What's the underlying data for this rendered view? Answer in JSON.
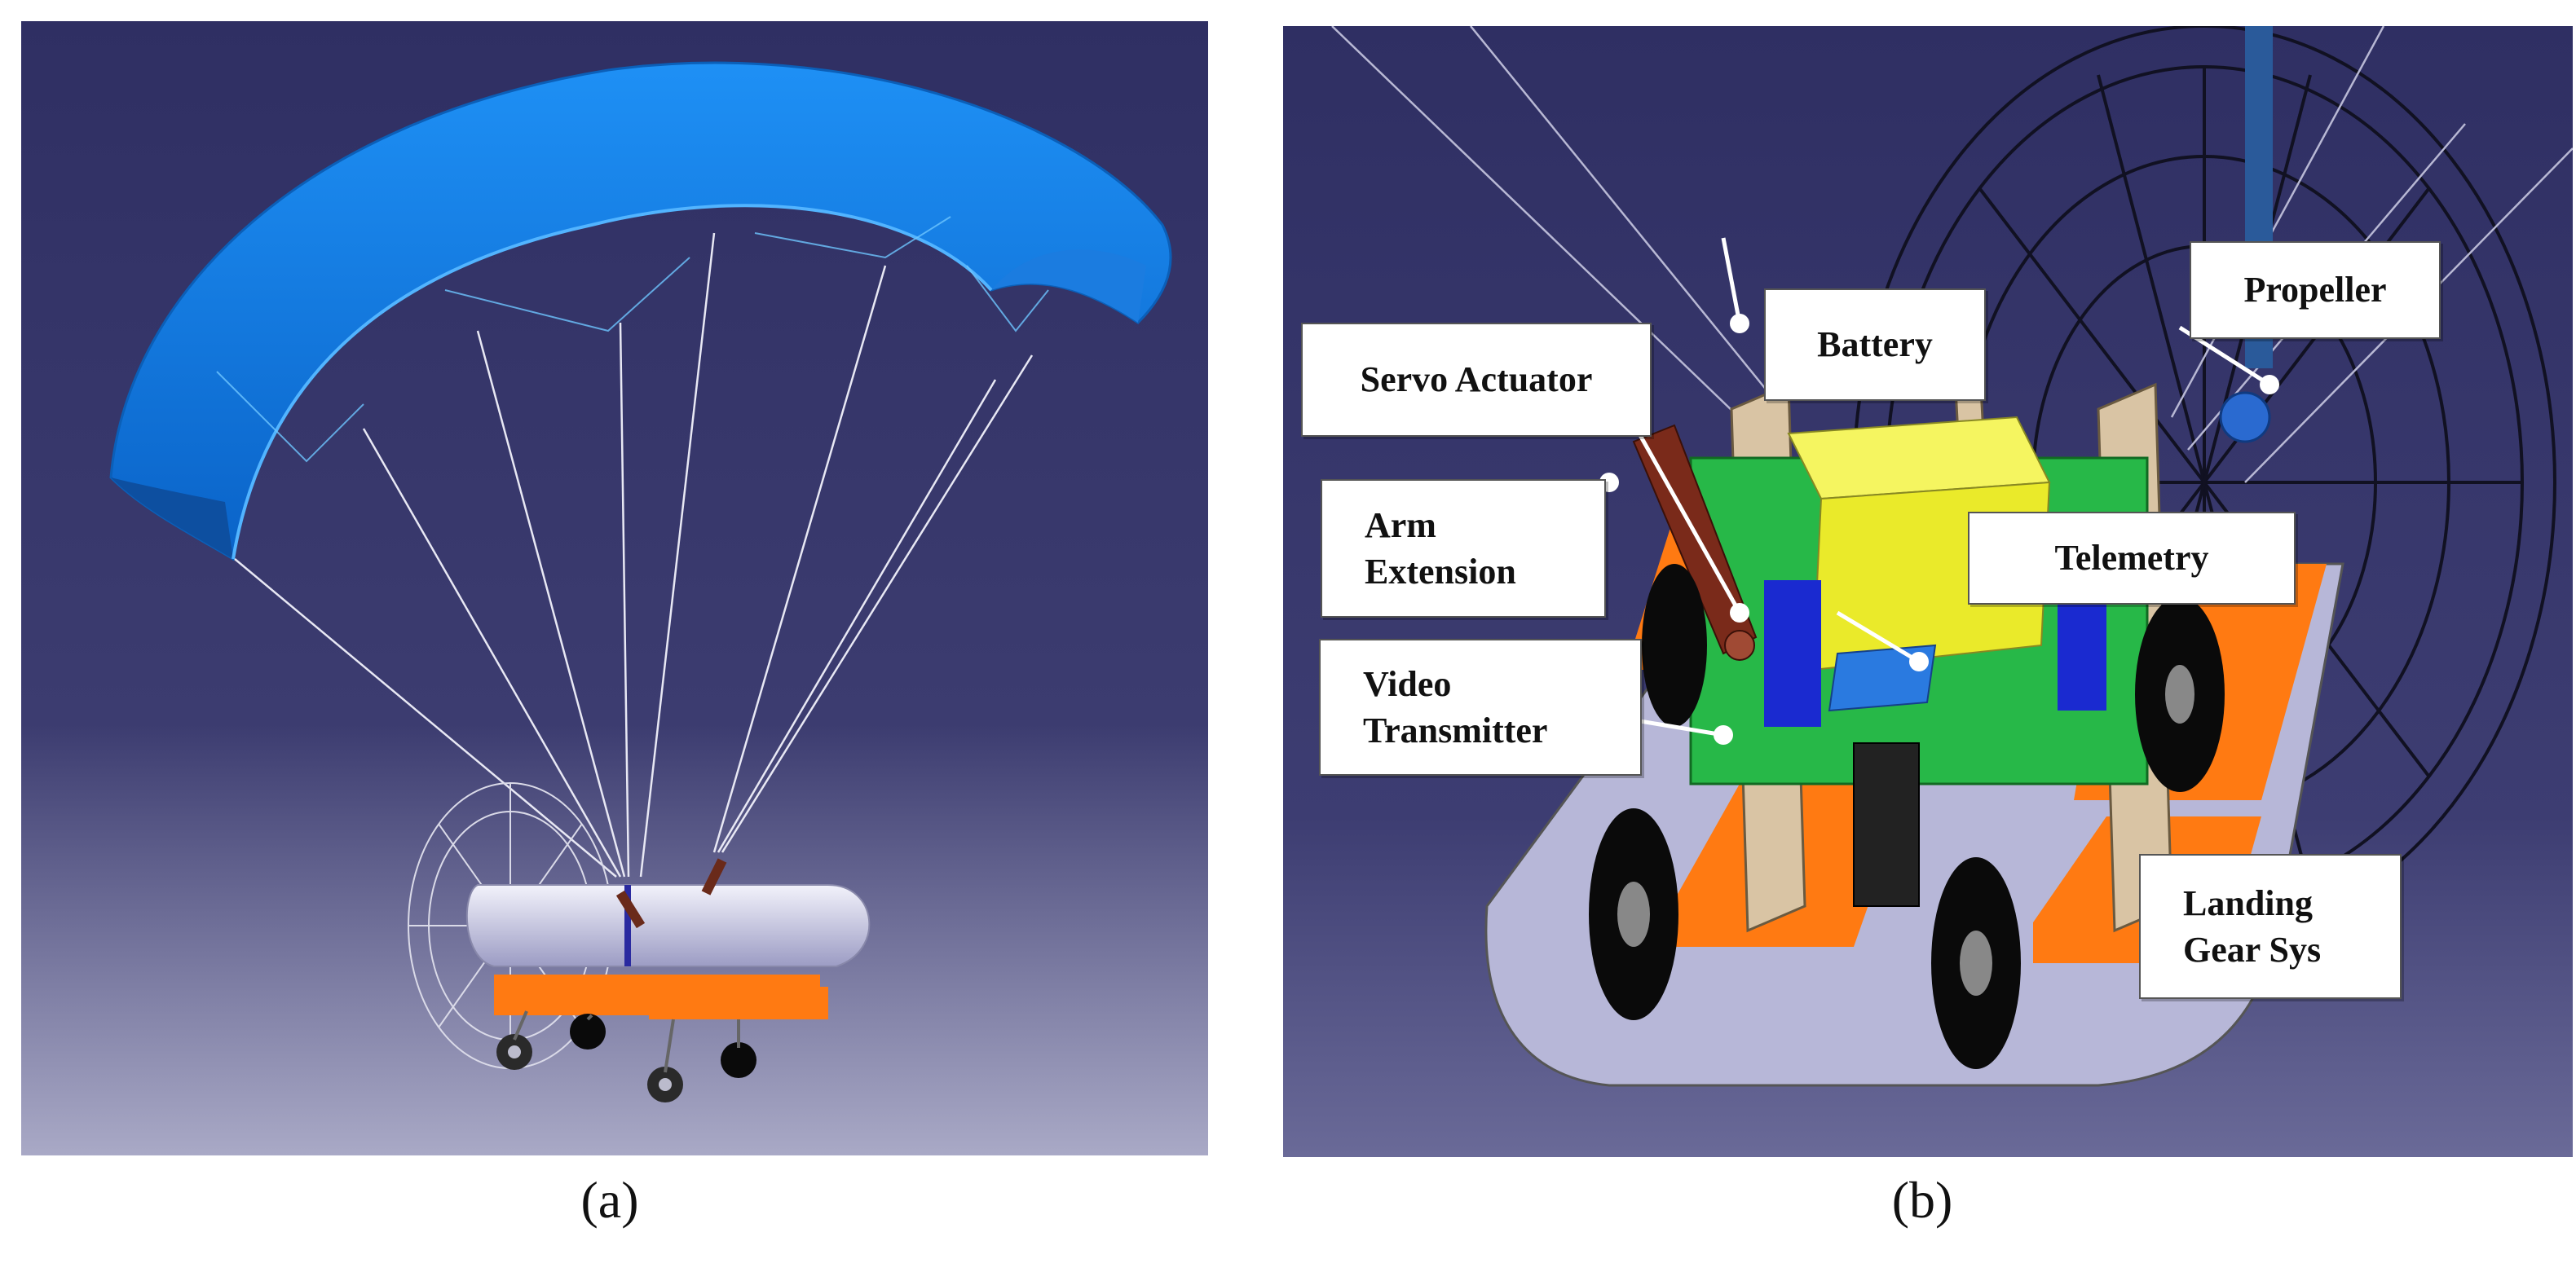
{
  "panel_a": {
    "caption": "(a)"
  },
  "panel_b": {
    "caption": "(b)",
    "labels": {
      "servo": "Servo  Actuator",
      "battery": "Battery",
      "propeller": "Propeller",
      "arm": "Arm\nExtension",
      "telemetry": "Telemetry",
      "video": "Video\nTransmitter",
      "landing": "Landing\nGear Sys"
    }
  },
  "colors": {
    "background_top": "#2f2f63",
    "background_bottom": "#a9a9c6",
    "canopy": "#1a8cf0",
    "pads": "#ff7a12",
    "battery": "#eaea2a",
    "telemetry": "#2a7ae0",
    "arm": "#7a2a1a"
  }
}
